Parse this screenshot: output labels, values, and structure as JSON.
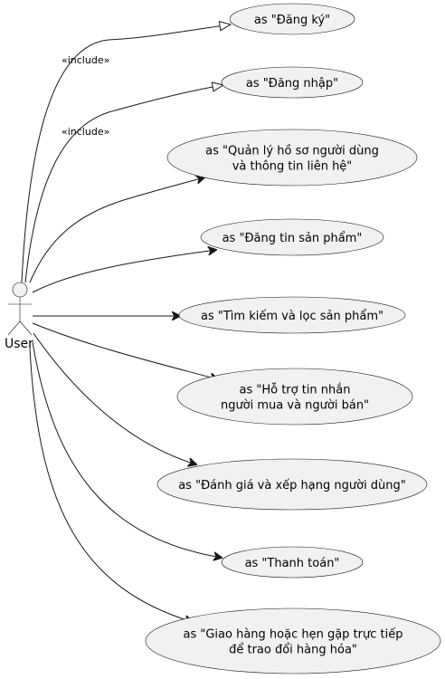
{
  "actor": {
    "label": "User",
    "icon": "stick-figure-icon"
  },
  "usecases": [
    {
      "id": "dang-ky",
      "lines": [
        "as \"Đăng ký\""
      ]
    },
    {
      "id": "dang-nhap",
      "lines": [
        "as \"Đăng nhập\""
      ]
    },
    {
      "id": "quan-ly-ho-so",
      "lines": [
        "as \"Quản lý hồ sơ người dùng",
        "và thông tin liên hệ\""
      ]
    },
    {
      "id": "dang-tin",
      "lines": [
        "as \"Đăng tin sản phẩm\""
      ]
    },
    {
      "id": "tim-kiem",
      "lines": [
        "as \"Tìm kiếm và lọc sản phẩm\""
      ]
    },
    {
      "id": "ho-tro-tin-nhan",
      "lines": [
        "as \"Hỗ trợ tin nhắn",
        "người mua và người bán\""
      ]
    },
    {
      "id": "danh-gia",
      "lines": [
        "as \"Đánh giá và xếp hạng người dùng\""
      ]
    },
    {
      "id": "thanh-toan",
      "lines": [
        "as \"Thanh toán\""
      ]
    },
    {
      "id": "giao-hang",
      "lines": [
        "as \"Giao hàng hoặc hẹn gặp trực tiếp",
        "để trao đổi hàng hóa\""
      ]
    }
  ],
  "relations": [
    {
      "from": "actor",
      "to": "dang-ky",
      "type": "include",
      "label": "«include»"
    },
    {
      "from": "actor",
      "to": "dang-nhap",
      "type": "include",
      "label": "«include»"
    },
    {
      "from": "actor",
      "to": "quan-ly-ho-so",
      "type": "association"
    },
    {
      "from": "actor",
      "to": "dang-tin",
      "type": "association"
    },
    {
      "from": "actor",
      "to": "tim-kiem",
      "type": "association"
    },
    {
      "from": "actor",
      "to": "ho-tro-tin-nhan",
      "type": "association"
    },
    {
      "from": "actor",
      "to": "danh-gia",
      "type": "association"
    },
    {
      "from": "actor",
      "to": "thanh-toan",
      "type": "association"
    },
    {
      "from": "actor",
      "to": "giao-hang",
      "type": "association"
    }
  ],
  "colors": {
    "node_fill": "#f1f1f1",
    "stroke": "#181818",
    "text": "#000000",
    "background": "#ffffff"
  }
}
